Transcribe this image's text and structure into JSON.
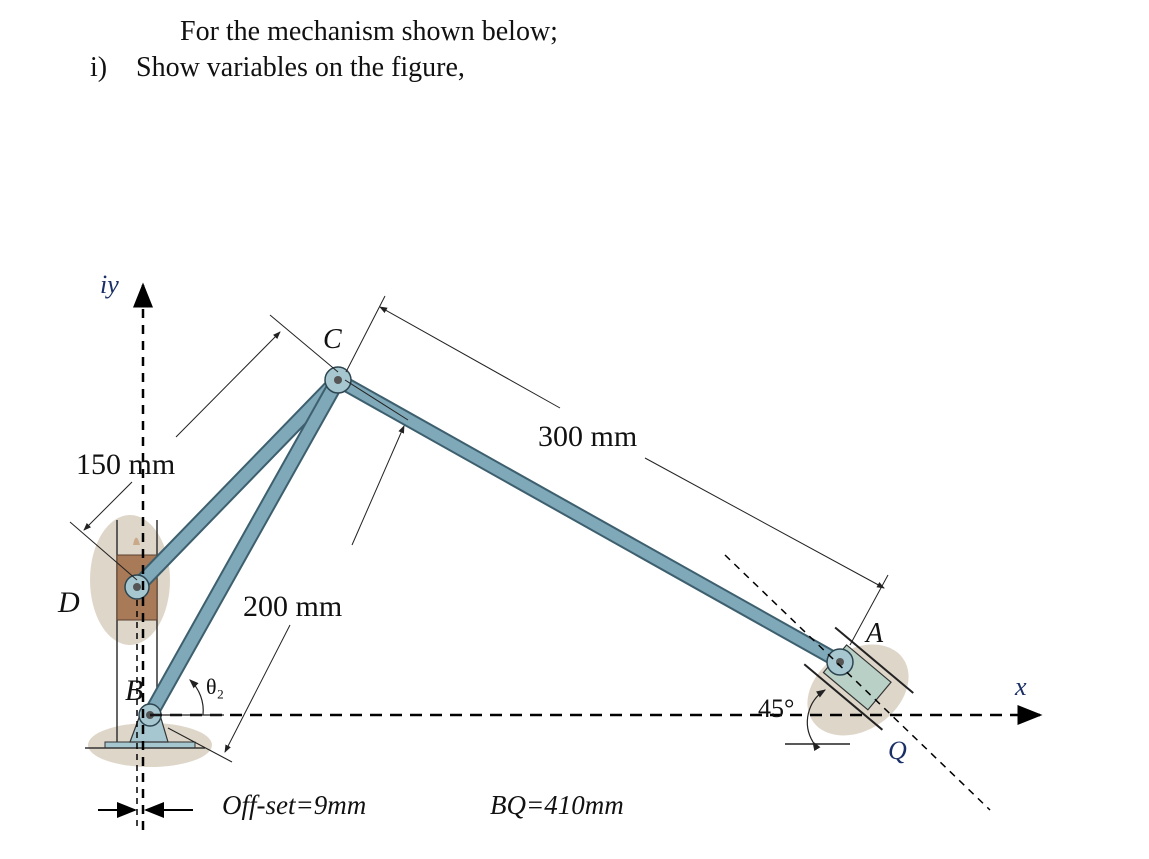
{
  "problem": {
    "intro": "For the mechanism shown below;",
    "item_number": "i)",
    "item_text": "Show variables on the figure,"
  },
  "figure": {
    "axes": {
      "y_label": "iy",
      "x_label": "x"
    },
    "points": {
      "C": "C",
      "D": "D",
      "B": "B",
      "A": "A",
      "Q": "Q"
    },
    "dimensions": {
      "link_DC": "150 mm",
      "link_BC": "200 mm",
      "link_CA": "300 mm"
    },
    "angles": {
      "theta2": "θ₂",
      "slider_angle": "45°"
    },
    "notes": {
      "offset": "Off-set=9mm",
      "bq": "BQ=410mm"
    },
    "colors": {
      "link": "#7fa8b8",
      "link_edge": "#3d5f6e",
      "slider_block": "#a87a58",
      "ground": "#cfc3b0",
      "slider_A": "#b8d0c6"
    }
  }
}
